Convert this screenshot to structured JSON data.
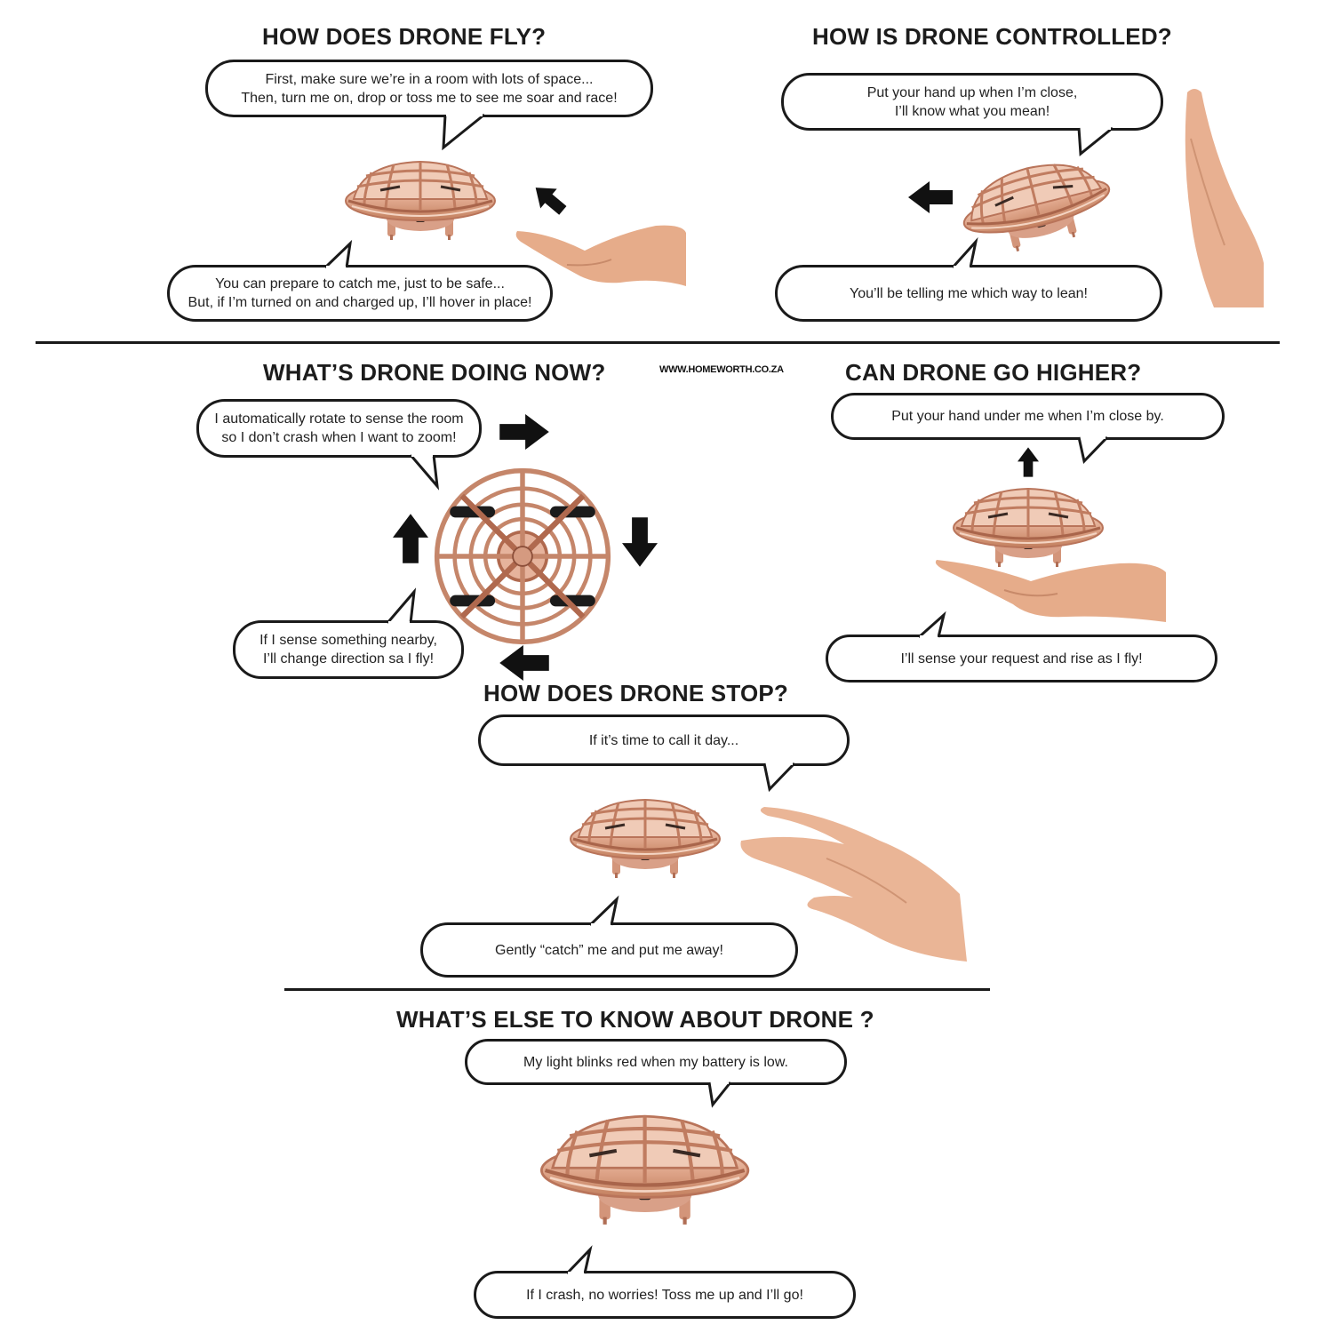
{
  "watermark": "WWW.HOMEWORTH.CO.ZA",
  "colors": {
    "drone": "#e2ad94",
    "drone_dark": "#b9745a",
    "drone_light": "#f6d9c9",
    "skin": "#e8b08e",
    "ink": "#1a1a1a"
  },
  "sections": {
    "fly": {
      "title": "HOW DOES DRONE FLY?",
      "bubble_top": "First, make sure we’re in a room with lots of space...\nThen, turn me on, drop or toss me to see me soar and race!",
      "bubble_bottom": "You can prepare to catch me, just to be safe...\nBut, if I’m turned on and charged up, I’ll hover in place!",
      "arrow": "arrow-up-left-icon"
    },
    "controlled": {
      "title": "HOW IS DRONE CONTROLLED?",
      "bubble_top": "Put your hand up when I’m close,\nI’ll know what you mean!",
      "bubble_bottom": "You’ll be telling me which way to lean!",
      "arrow": "arrow-left-icon"
    },
    "doing": {
      "title": "WHAT’S DRONE DOING NOW?",
      "bubble_top": "I automatically rotate to sense the room\nso I don’t crash when I want to zoom!",
      "bubble_bottom": "If I sense something nearby,\nI’ll change direction sa I fly!",
      "arrows": [
        "arrow-right-icon",
        "arrow-down-icon",
        "arrow-left-icon",
        "arrow-up-icon"
      ]
    },
    "higher": {
      "title": "CAN DRONE GO HIGHER?",
      "bubble_top": "Put your hand under me when I’m close by.",
      "bubble_bottom": "I’ll sense your request and rise as I fly!",
      "arrow": "arrow-up-icon"
    },
    "stop": {
      "title": "HOW DOES DRONE STOP?",
      "bubble_top": "If it’s time to call it day...",
      "bubble_bottom": "Gently “catch” me and put me away!"
    },
    "else": {
      "title": "WHAT’S ELSE TO KNOW ABOUT DRONE ?",
      "bubble_top": "My light blinks red when my battery is low.",
      "bubble_bottom": "If I crash, no worries! Toss me up and I’ll go!"
    }
  }
}
